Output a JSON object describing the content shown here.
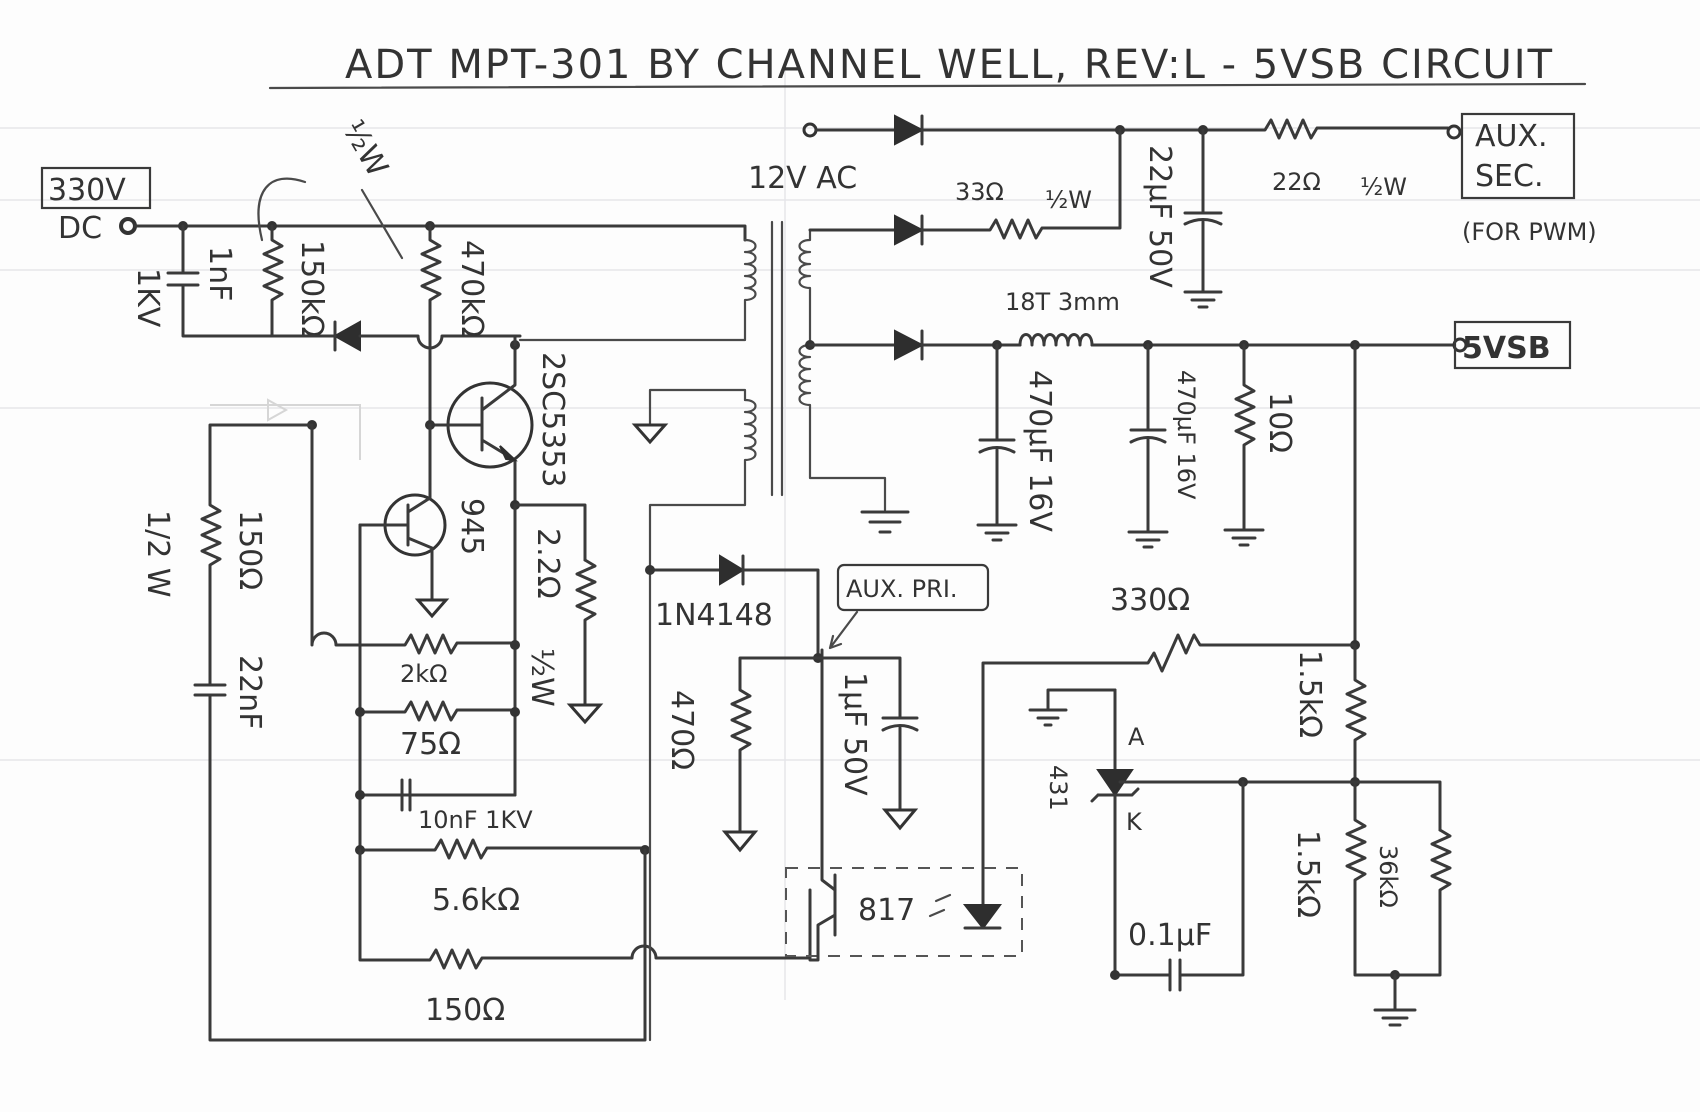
{
  "title": "ADT MPT-301 BY CHANNEL WELL, REV:L - 5VSB CIRCUIT",
  "terminals": {
    "input_voltage": "330V",
    "input_type": "DC",
    "aux_sec_line1": "AUX.",
    "aux_sec_line2": "SEC.",
    "aux_sec_note": "(FOR PWM)",
    "output": "5VSB",
    "aux_pri": "AUX. PRI."
  },
  "transformer": {
    "secondary_ac_label": "12V AC"
  },
  "components": {
    "c_input": "1nF",
    "c_input_rating": "1KV",
    "r_startup_a": "150kΩ",
    "r_startup_a_power": "½W",
    "r_startup_b": "470kΩ",
    "q_main": "2SC5353",
    "q_driver": "945",
    "r_emitter": "2.2Ω",
    "r_emitter_power": "½W",
    "r_snub": "150Ω",
    "r_snub_power": "1/2 W",
    "c_snub": "22nF",
    "r_2k": "2kΩ",
    "r_75": "75Ω",
    "c_10n": "10nF 1KV",
    "r_5k6": "5.6kΩ",
    "r_150_fb": "150Ω",
    "d_aux": "1N4148",
    "r_aux": "470Ω",
    "c_aux": "1µF 50V",
    "optocoupler": "817",
    "r_33": "33Ω",
    "r_33_power": "½W",
    "c_22u": "22µF 50V",
    "r_22": "22Ω",
    "r_22_power": "½W",
    "inductor": "18T 3mm",
    "c_470a": "470µF 16V",
    "c_470b": "470µF 16V",
    "r_10": "10Ω",
    "r_330": "330Ω",
    "r_1k5_top": "1.5kΩ",
    "r_1k5_bot": "1.5kΩ",
    "r_36k": "36kΩ",
    "tl431": "431",
    "tl431_anode": "A",
    "tl431_cathode": "K",
    "c_100n": "0.1µF"
  }
}
